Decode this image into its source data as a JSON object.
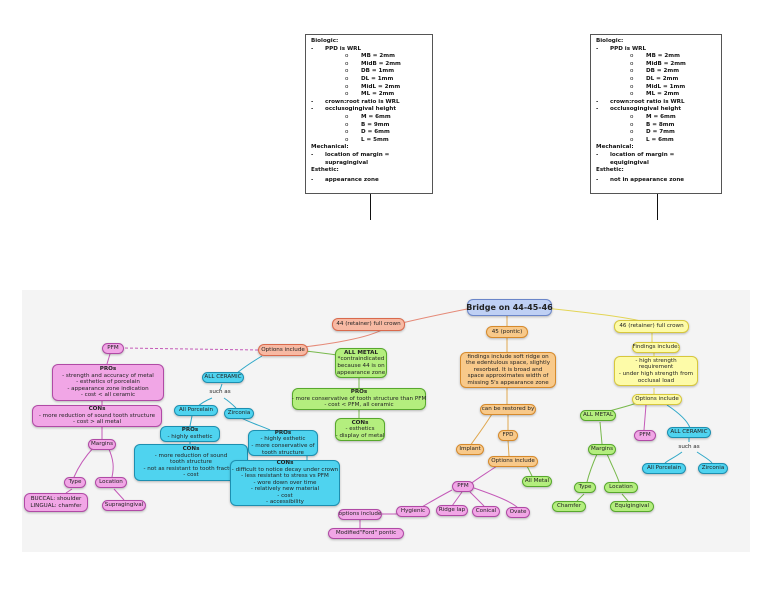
{
  "notes": {
    "left": {
      "biologic": "Biologic:",
      "ppd": "PPD is WRL",
      "mb": "MB = 2mm",
      "midb": "MidB = 2mm",
      "db": "DB = 1mm",
      "dl": "DL = 1mm",
      "midl": "MidL = 2mm",
      "ml": "ML = 2mm",
      "crown_root": "crown:root ratio is WRL",
      "occlusogingival": "occlusogingival height",
      "m": "M = 6mm",
      "b": "B = 9mm",
      "d": "D = 6mm",
      "l": "L = 5mm",
      "mechanical": "Mechanical:",
      "margin": "location of margin =",
      "margin_val": "supragingival",
      "esthetic": "Esthetic:",
      "esthetic_val": "appearance zone"
    },
    "right": {
      "biologic": "Biologic:",
      "ppd": "PPD is WRL",
      "mb": "MB = 2mm",
      "midb": "MidB = 2mm",
      "db": "DB = 2mm",
      "dl": "DL = 2mm",
      "midl": "MidL = 1mm",
      "ml": "ML = 2mm",
      "crown_root": "crown:root ratio is WRL",
      "occlusogingival": "occlusogingival height",
      "m": "M = 6mm",
      "b": "B = 8mm",
      "d": "D = 7mm",
      "l": "L = 6mm",
      "mechanical": "Mechanical:",
      "margin": "location of margin =",
      "margin_val": "equigingival",
      "esthetic": "Esthetic:",
      "esthetic_val": "not in appearance zone"
    }
  },
  "map": {
    "root": "Bridge on 44-45-46",
    "retainer44": "44 (retainer) full crown",
    "pontic45": "45 (pontic)",
    "retainer46": "46 (retainer) full crown",
    "options_include": "Options include",
    "pfm_left": "PFM",
    "pfm_pros_title": "PROs",
    "pfm_pros": [
      "- strength and accuracy of metal",
      "- esthetics of porcelain",
      "- appearance zone indication",
      "- cost < all ceramic"
    ],
    "pfm_cons_title": "CONs",
    "pfm_cons": [
      "- more reduction of sound tooth structure",
      "- cost > all metal"
    ],
    "margins_left": "Margins",
    "type_left": "Type",
    "location_left": "Location",
    "buccal_lingual": [
      "BUCCAL: shoulder",
      "LINGUAL: chamfer"
    ],
    "supragingival": "Supragingival",
    "all_ceramic_left": "ALL CERAMIC",
    "such_as_left": "such as",
    "all_porcelain_left": "All Porcelain",
    "zirconia_left": "Zirconia",
    "porcelain_pros_title": "PROs",
    "porcelain_pros": [
      "- highly esthetic"
    ],
    "porcelain_cons_title": "CONs",
    "porcelain_cons": [
      "- more reduction of sound",
      "tooth structure",
      "- not as resistant to tooth fracture",
      "- cost"
    ],
    "zirconia_pros_title": "PROs",
    "zirconia_pros": [
      "- highly esthetic",
      "- more conservative of",
      "tooth structure"
    ],
    "zirconia_cons_title": "CONs",
    "zirconia_cons": [
      "- difficult to notice decay under crown",
      "- less resistant to stress vs PFM",
      "- wore down over time",
      "- relatively new material",
      "- cost",
      "- accessibility"
    ],
    "all_metal_left_title": "ALL METAL",
    "all_metal_left_text": [
      "*contraindicated",
      "because 44 is on",
      "appearance zone"
    ],
    "metal_pros_title": "PROs",
    "metal_pros": [
      "- more conservative of tooth structure than PFM",
      "- cost < PFM, all ceramic"
    ],
    "metal_cons_title": "CONs",
    "metal_cons": [
      "- esthetics",
      "- display of metal"
    ],
    "findings45": [
      "findings include soft ridge on",
      "the edentulous space, slightly",
      "resorbed. It is broad and",
      "space approximates width of",
      "missing 5's appearance zone"
    ],
    "can_be_restored": "can be restored by",
    "implant": "Implant",
    "fpd": "FPD",
    "options_include_45": "Options include",
    "all_metal_45": "All Metal",
    "pfm_45": "PFM",
    "hygienic": "Hygienic",
    "ridge_lap": "Ridge lap",
    "conical": "Conical",
    "ovate": "Ovate",
    "options_include_pfm": "options include",
    "modified_ridge": "Modified\"Ford\" pontic",
    "findings_include_46": "Findings include:",
    "findings46": [
      "- high strength",
      "requirement",
      "- under high strength from",
      "occlusal load"
    ],
    "options_include_46": "Options include",
    "all_metal_46": "ALL METAL",
    "margins_46": "Margins",
    "type_46": "Type",
    "location_46": "Location",
    "chamfer": "Chamfer",
    "equigingival": "Equigingival",
    "pfm_46": "PFM",
    "all_ceramic_46": "ALL CERAMIC",
    "such_as_46": "such as",
    "all_porcelain_46": "All Porcelain",
    "zirconia_46": "Zirconia"
  },
  "colors": {
    "pink": "#f1a6e6",
    "blue": "#4fd3ef",
    "green": "#b4ee7e",
    "orange": "#f8c98a",
    "salmon": "#f7b9a3",
    "yellow": "#fdfba8",
    "root": "#bfd0f4"
  }
}
